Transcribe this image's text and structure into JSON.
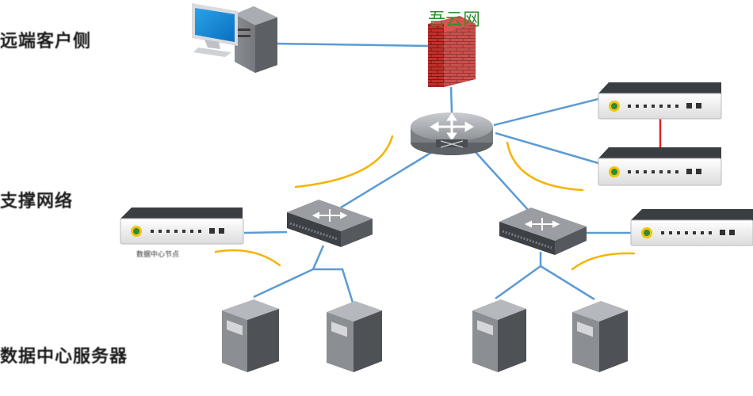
{
  "labels": {
    "top": "远端客户侧",
    "middle": "支撑网络",
    "bottom": "数据中心服务器",
    "device_caption": "数据中心节点"
  },
  "watermark": "吾云网",
  "colors": {
    "link": "#5b9bd5",
    "stack_link": "#e0222a",
    "wireless_arc": "#f5b400"
  },
  "icons": [
    "desktop-computer-icon",
    "firewall-icon",
    "core-router-icon",
    "access-switch-icon",
    "appliance-icon",
    "server-tower-icon"
  ]
}
